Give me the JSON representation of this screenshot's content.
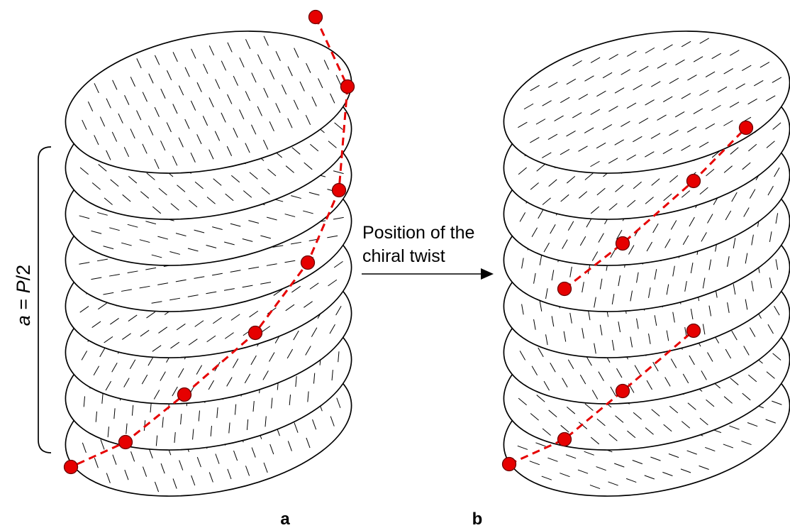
{
  "figure": {
    "panel_labels": [
      "a",
      "b"
    ],
    "arrow_label_lines": [
      "Position of the",
      "chiral twist"
    ],
    "pitch_label": {
      "variable": "a",
      "operator": "=",
      "value_variable": "P",
      "value_suffix": "/2"
    }
  },
  "stack_a": {
    "disk_count": 8,
    "director_angles_deg": [
      -65,
      -40,
      -15,
      10,
      35,
      60,
      85,
      110
    ],
    "marker_count": 8
  },
  "stack_b": {
    "disk_count": 8,
    "director_angles_deg": [
      30,
      40,
      60,
      80,
      100,
      120,
      140,
      160
    ],
    "marker_groups": [
      4,
      4
    ]
  },
  "colors": {
    "marker_fill": "#e60000",
    "helix_line": "#e60000",
    "outline": "#000000"
  }
}
